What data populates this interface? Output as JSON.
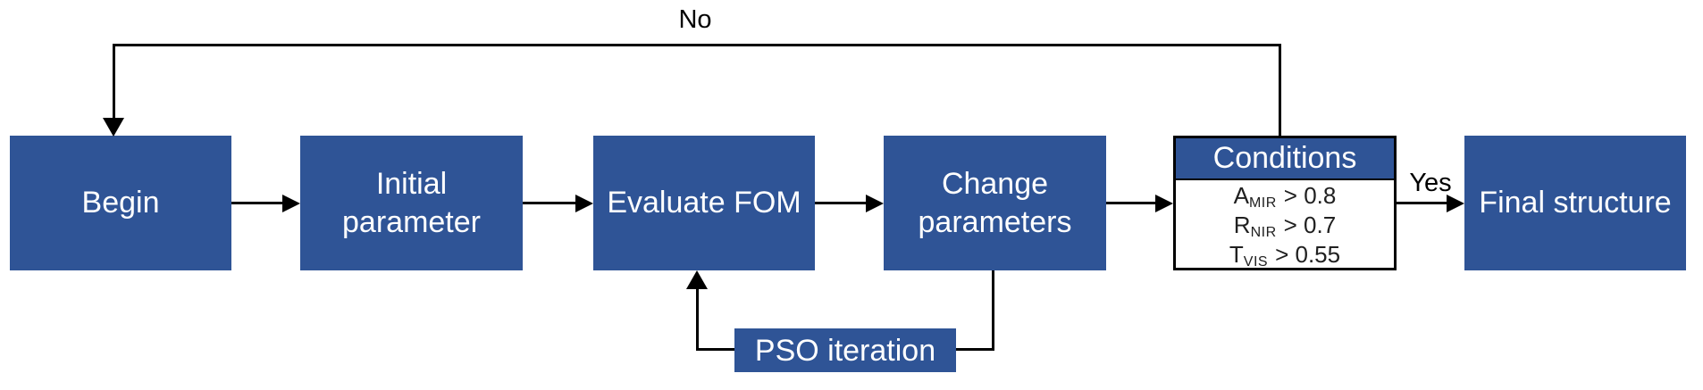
{
  "palette": {
    "node_fill": "#2F5496",
    "node_text": "#FFFFFF",
    "connector": "#000000",
    "conditions_body_fill": "#FFFFFF",
    "conditions_text": "#202020"
  },
  "nodes": {
    "begin": {
      "label": "Begin"
    },
    "initial_parameter": {
      "label": "Initial parameter"
    },
    "evaluate_fom": {
      "label": "Evaluate FOM"
    },
    "change_parameters": {
      "label": "Change parameters"
    },
    "conditions": {
      "title": "Conditions",
      "rules": [
        {
          "symbol": "A",
          "subscript": "MIR",
          "comparison": "> 0.8"
        },
        {
          "symbol": "R",
          "subscript": "NIR",
          "comparison": "> 0.7"
        },
        {
          "symbol": "T",
          "subscript": "VIS",
          "comparison": "> 0.55"
        }
      ]
    },
    "final_structure": {
      "label": "Final structure"
    },
    "pso_iteration": {
      "label": "PSO iteration"
    }
  },
  "edge_labels": {
    "no": "No",
    "yes": "Yes"
  }
}
